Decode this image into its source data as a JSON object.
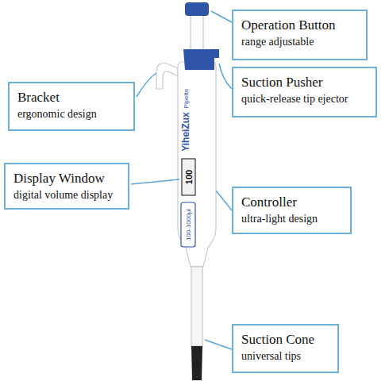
{
  "diagram": {
    "nodes": [
      {
        "text": [
          "Operation Button",
          "range adjustable"
        ]
      },
      {
        "text": [
          "Suction Pusher",
          "quick-release tip ejector"
        ]
      },
      {
        "text": [
          "Bracket",
          "ergonomic design"
        ]
      },
      {
        "text": [
          "Display Window",
          "digital volume display"
        ]
      },
      {
        "text": [
          "Controller",
          "ultra-light design"
        ]
      },
      {
        "text": [
          "Suction Cone",
          "universal tips"
        ]
      }
    ],
    "labels": [
      "Pipette",
      "YiheiZux",
      "100",
      "100-1000μl"
    ]
  }
}
